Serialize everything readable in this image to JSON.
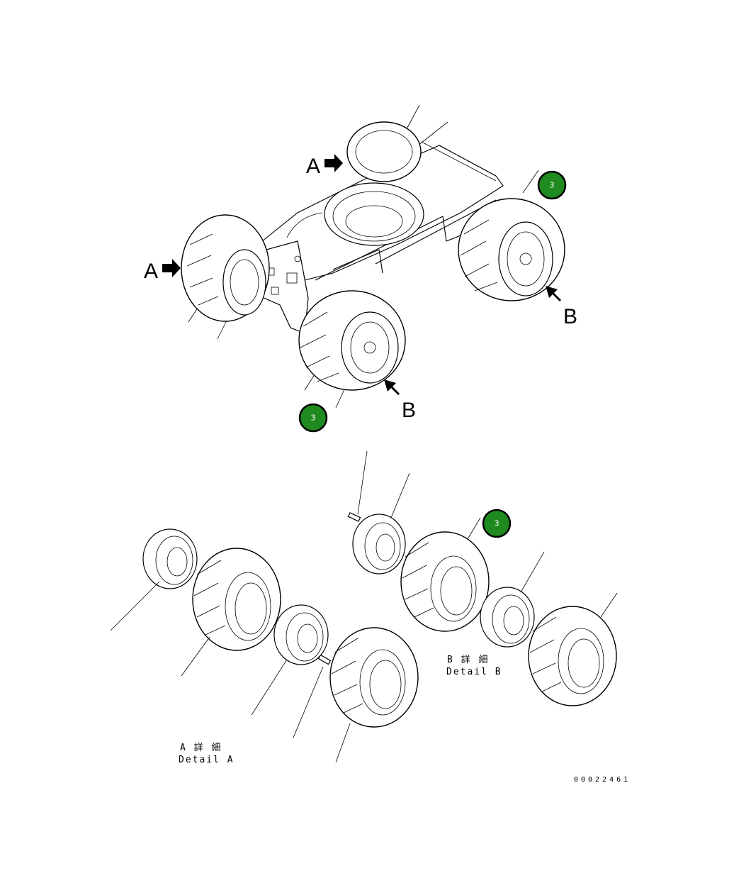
{
  "callout_number": "3",
  "view_labels": {
    "a": "A",
    "b": "B"
  },
  "details": {
    "a": {
      "jp": "A 詳 細",
      "en": "Detail A"
    },
    "b": {
      "jp": "B 詳 細",
      "en": "Detail B"
    }
  },
  "drawing_number": "00022461",
  "icons": [
    "view-arrow-icon",
    "item-callout-bubble"
  ],
  "colors": {
    "callout_fill": "#1f8a1f",
    "line": "#000000"
  }
}
